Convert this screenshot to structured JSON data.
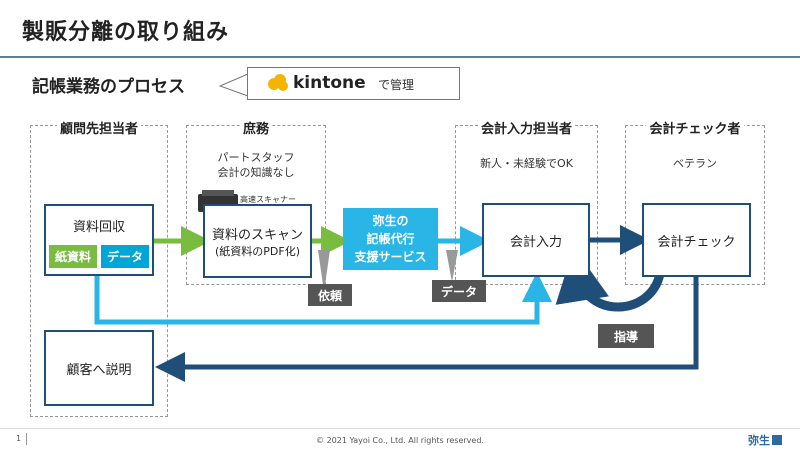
{
  "header": {
    "title": "製販分離の取り組み"
  },
  "process": {
    "subtitle": "記帳業務のプロセス",
    "callout_brand": "kintone",
    "callout_suffix": "で管理"
  },
  "columns": {
    "client_rep": {
      "title": "顧問先担当者"
    },
    "admin": {
      "title": "庶務",
      "note_line1": "パートスタッフ",
      "note_line2": "会計の知識なし",
      "scanner_label": "高速スキャナー"
    },
    "input_rep": {
      "title": "会計入力担当者",
      "note": "新人・未経験でOK"
    },
    "checker": {
      "title": "会計チェック者",
      "note": "ベテラン"
    }
  },
  "boxes": {
    "collect": "資料回収",
    "paper_tag": "紙資料",
    "data_tag": "データ",
    "scan_line1": "資料のスキャン",
    "scan_line2": "(紙資料のPDF化)",
    "service_line1": "弥生の",
    "service_line2": "記帳代行",
    "service_line3": "支援サービス",
    "accounting_input": "会計入力",
    "accounting_check": "会計チェック",
    "explain": "顧客へ説明"
  },
  "labels": {
    "request": "依頼",
    "data": "データ",
    "guidance": "指導"
  },
  "footer": {
    "page_number": "1",
    "copyright": "© 2021 Yayoi Co., Ltd. All rights reserved.",
    "logo": "弥生"
  },
  "colors": {
    "navy": "#1f4e79",
    "green": "#78bd3f",
    "cyan": "#29b6e6",
    "accent_blue": "#2b6aa3"
  }
}
